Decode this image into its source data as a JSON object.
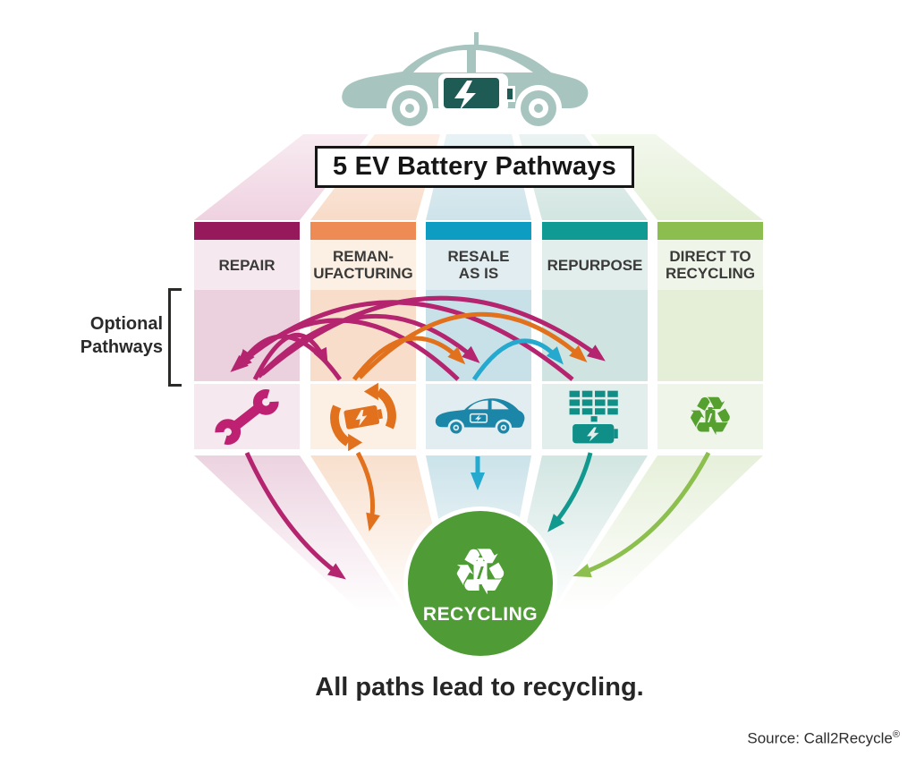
{
  "title": "5 EV Battery Pathways",
  "optional_pathways_label": {
    "line1": "Optional",
    "line2": "Pathways"
  },
  "pathways": [
    {
      "name": "Repair",
      "label_line1": "REPAIR",
      "label_line2": "",
      "icon": "wrench-icon"
    },
    {
      "name": "Remanufacturing",
      "label_line1": "REMAN-",
      "label_line2": "UFACTURING",
      "icon": "battery-remanufacture-icon"
    },
    {
      "name": "Resale As Is",
      "label_line1": "RESALE",
      "label_line2": "AS IS",
      "icon": "ev-car-icon"
    },
    {
      "name": "Repurpose",
      "label_line1": "REPURPOSE",
      "label_line2": "",
      "icon": "solar-panel-battery-icon"
    },
    {
      "name": "Direct to Recycling",
      "label_line1": "DIRECT TO",
      "label_line2": "RECYCLING",
      "icon": "recycle-battery-icon"
    }
  ],
  "recycling_node": {
    "label": "RECYCLING",
    "icon": "recycle-battery-icon"
  },
  "caption": "All paths lead to recycling.",
  "source": {
    "text": "Source: Call2Recycle",
    "mark": "®"
  },
  "optional_connections": [
    {
      "from": "Repair",
      "to": "Remanufacturing",
      "color": "#B4246F"
    },
    {
      "from": "Repair",
      "to": "Resale As Is",
      "color": "#B4246F"
    },
    {
      "from": "Repair",
      "to": "Repurpose",
      "color": "#B4246F"
    },
    {
      "from": "Remanufacturing",
      "to": "Repair",
      "color": "#B4246F"
    },
    {
      "from": "Resale As Is",
      "to": "Repair",
      "color": "#B4246F"
    },
    {
      "from": "Repurpose",
      "to": "Repair",
      "color": "#B4246F"
    },
    {
      "from": "Remanufacturing",
      "to": "Resale As Is",
      "color": "#E2711D"
    },
    {
      "from": "Remanufacturing",
      "to": "Repurpose",
      "color": "#E2711D"
    },
    {
      "from": "Resale As Is",
      "to": "Repurpose",
      "color": "#25A9CE"
    }
  ],
  "recycling_connections": [
    "Repair",
    "Remanufacturing",
    "Resale As Is",
    "Repurpose",
    "Direct to Recycling"
  ],
  "colors": {
    "repair": "#96195B",
    "reman": "#EE8A54",
    "resale": "#0D9DC2",
    "repurpose": "#0F9B94",
    "direct": "#8BBE4F",
    "magenta": "#B4246F",
    "orange": "#E2711D",
    "cyan": "#25A9CE",
    "teal": "#12998F",
    "green": "#8CBF4E",
    "circle": "#4F9C36",
    "carbody": "#A7C4BF",
    "carbattery": "#1D5B54"
  }
}
